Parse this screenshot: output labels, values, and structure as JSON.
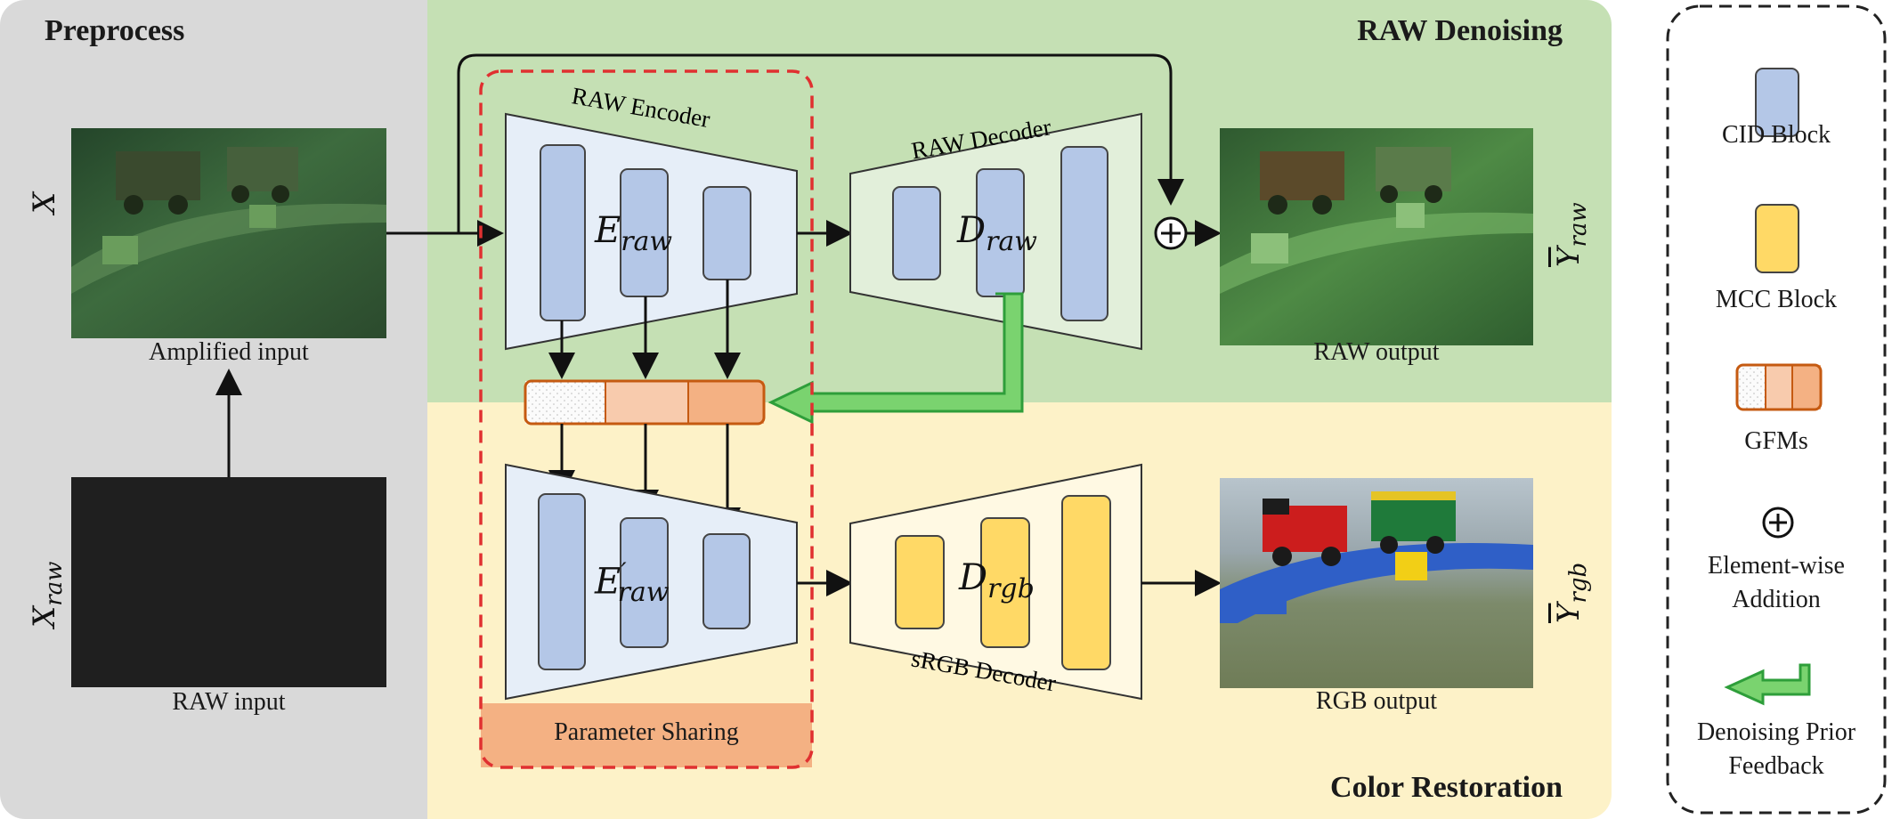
{
  "sections": {
    "preprocess": "Preprocess",
    "raw_denoising": "RAW Denoising",
    "color_restoration": "Color Restoration"
  },
  "inputs": {
    "x_symbol": "X",
    "x_raw_symbol": "X",
    "x_raw_sub": "raw",
    "amplified_caption": "Amplified input",
    "raw_caption": "RAW input"
  },
  "networks": {
    "raw_encoder_label": "RAW Encoder",
    "raw_decoder_label": "RAW Decoder",
    "srgb_decoder_label": "sRGB Decoder",
    "e_raw_main": "E",
    "e_raw_sub": "raw",
    "e_raw_prime_main": "E",
    "e_raw_prime_sub": "raw",
    "d_raw_main": "D",
    "d_raw_sub": "raw",
    "d_rgb_main": "D",
    "d_rgb_sub": "rgb",
    "parameter_sharing": "Parameter Sharing"
  },
  "outputs": {
    "raw_output_caption": "RAW output",
    "rgb_output_caption": "RGB output",
    "y_raw_main": "Y",
    "y_raw_sub": "raw",
    "y_rgb_main": "Y",
    "y_rgb_sub": "rgb"
  },
  "legend": {
    "cid_block": "CID Block",
    "mcc_block": "MCC Block",
    "gfms": "GFMs",
    "elementwise_line1": "Element-wise",
    "elementwise_line2": "Addition",
    "denoising_line1": "Denoising Prior",
    "denoising_line2": "Feedback"
  },
  "colors": {
    "preprocess_bg": "#d9d9d9",
    "raw_denoising_bg": "#c5e0b4",
    "color_restoration_bg": "#fdf2c8",
    "cid_block": "#b4c7e7",
    "mcc_block": "#ffd966",
    "gfm_light": "#f8cbad",
    "gfm_dark": "#f4b183",
    "feedback_green": "#4caf50",
    "sharing_red": "#e03030"
  }
}
